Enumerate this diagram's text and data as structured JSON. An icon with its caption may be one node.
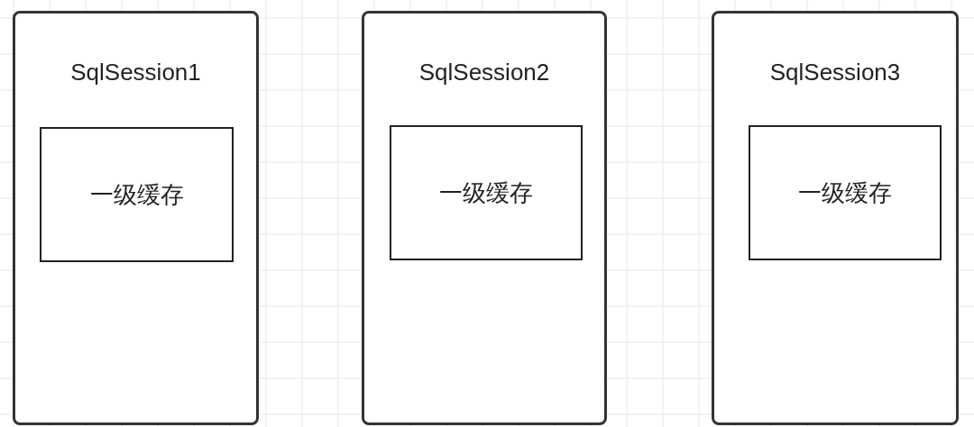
{
  "diagram": {
    "nodes": [
      {
        "text": [
          "SqlSession1"
        ]
      },
      {
        "text": [
          "一级缓存"
        ],
        "in": 0
      },
      {
        "text": [
          "SqlSession2"
        ]
      },
      {
        "text": [
          "一级缓存"
        ],
        "in": 2
      },
      {
        "text": [
          "SqlSession3"
        ]
      },
      {
        "text": [
          "一级缓存"
        ],
        "in": 4
      }
    ]
  }
}
